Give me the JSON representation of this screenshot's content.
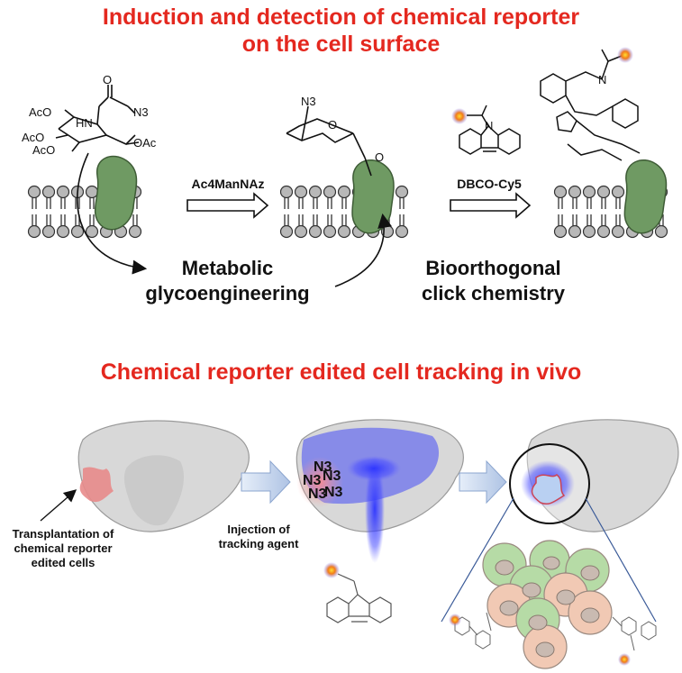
{
  "title_top": "Induction and detection of chemical reporter\non the cell surface",
  "title_bottom": "Chemical reporter edited cell tracking in vivo",
  "step1_reagent": "Ac4ManNAz",
  "step2_reagent": "DBCO-Cy5",
  "process1": "Metabolic\nglycoengineering",
  "process2": "Bioorthogonal\nclick chemistry",
  "panel1_caption": "Transplantation of\nchemical reporter\nedited cells",
  "panel2_caption": "Injection of\ntracking agent",
  "molecule_labels": {
    "aco1": "AcO",
    "aco2": "AcO",
    "aco3": "AcO",
    "oac": "OAc",
    "hn": "HN",
    "n3": "N3",
    "o": "O",
    "n": "N"
  },
  "azide_label": "N3",
  "colors": {
    "title": "#e4281f",
    "protein": "#6f9a63",
    "lipid_head": "#b8b8b8",
    "arrow_fill": "#c7d6ec",
    "liver_blue": "#5a64e6",
    "cell_green": "#b6dba6",
    "cell_pink": "#f1c9b4"
  }
}
